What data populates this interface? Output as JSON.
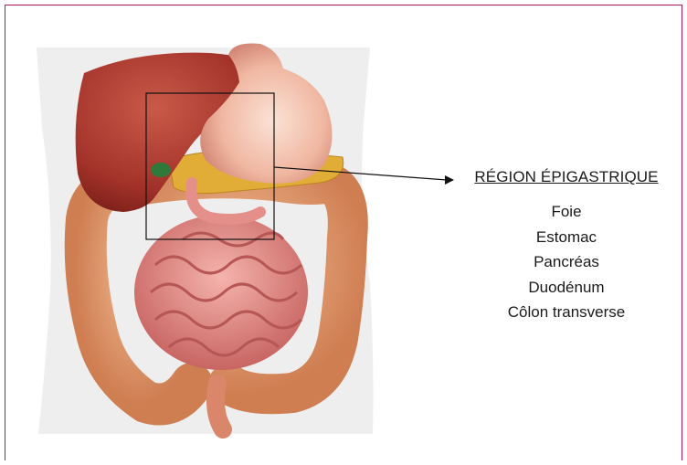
{
  "region": {
    "title": "RÉGION ÉPIGASTRIQUE",
    "organs": [
      "Foie",
      "Estomac",
      "Pancréas",
      "Duodénum",
      "Côlon transverse"
    ]
  },
  "colors": {
    "frame": "#b3195a",
    "liver": "#a8352a",
    "stomach": "#f0b7a1",
    "pancreas": "#e4b13a",
    "gallbladder": "#2f7a3a",
    "colon": "#e39b6e",
    "small_intestine": "#e88a86",
    "body": "#efefef"
  }
}
